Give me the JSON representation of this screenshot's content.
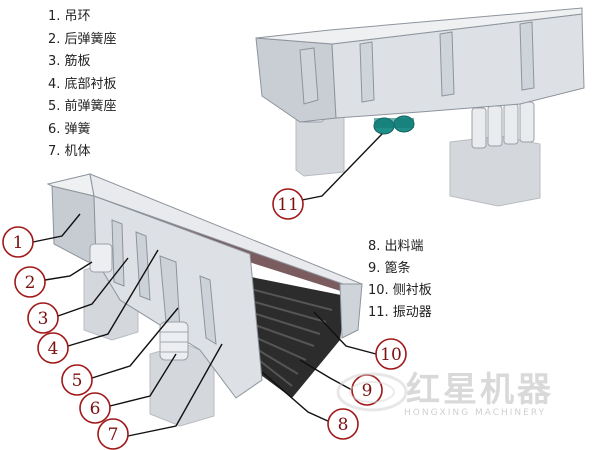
{
  "legend_left": [
    "1. 吊环",
    "2. 后弹簧座",
    "3. 筋板",
    "4. 底部衬板",
    "5. 前弹簧座",
    "6. 弹簧",
    "7. 机体"
  ],
  "legend_right": [
    "8. 出料端",
    "9. 篦条",
    "10. 侧衬板",
    "11. 振动器"
  ],
  "callouts": [
    "1",
    "2",
    "3",
    "4",
    "5",
    "6",
    "7",
    "8",
    "9",
    "10",
    "11"
  ],
  "watermark": {
    "brand": "红星机器",
    "brand_en": "HONGXING MACHINERY"
  },
  "colors": {
    "callout_ring": "#a01818",
    "leader_line": "#111111",
    "steel_light": "#dfe3e8",
    "steel_mid": "#c3c9d1",
    "steel_dark": "#9aa2ac",
    "liner": "#7b5c5e",
    "grate": "#3a3a3a",
    "concrete": "#d6d8dc",
    "vibrator": "#1f8f8a"
  }
}
